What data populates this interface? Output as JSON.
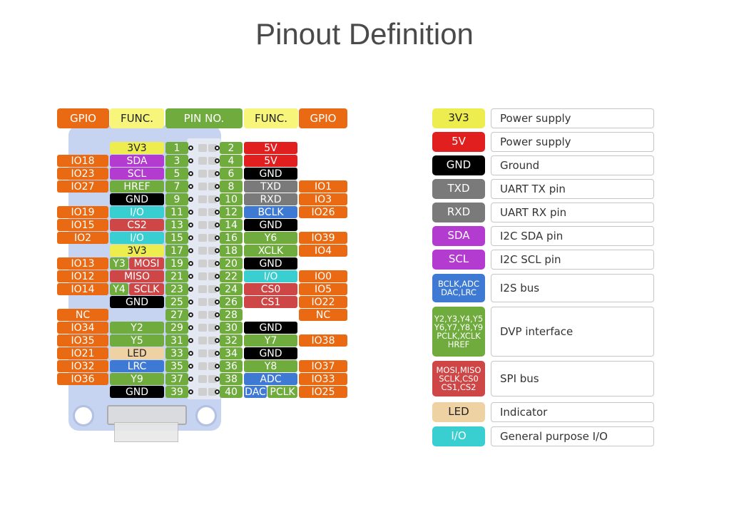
{
  "title": "Pinout Definition",
  "colors": {
    "gpio": "#e96a12",
    "func_hdr": "#f7f57a",
    "pin_hdr": "#6fab3d",
    "pin": "#6fab3d",
    "power_3v3": "#eded50",
    "power_5v": "#e21f1f",
    "ground": "#000000",
    "uart": "#7a7a7a",
    "i2c": "#b33bd0",
    "i2s": "#3e7ad4",
    "dvp": "#6fab3d",
    "spi": "#cf4646",
    "led": "#efd2a4",
    "io": "#39cfd0"
  },
  "headers": {
    "gpio_left": "GPIO",
    "func_left": "FUNC.",
    "pin_no": "PIN NO.",
    "func_right": "FUNC.",
    "gpio_right": "GPIO"
  },
  "rows": [
    {
      "l_gpio": "",
      "l_func": [
        {
          "text": "3V3",
          "cat": "power_3v3"
        }
      ],
      "l_pin": "1",
      "r_pin": "2",
      "r_func": [
        {
          "text": "5V",
          "cat": "power_5v"
        }
      ],
      "r_gpio": ""
    },
    {
      "l_gpio": "IO18",
      "l_func": [
        {
          "text": "SDA",
          "cat": "i2c"
        }
      ],
      "l_pin": "3",
      "r_pin": "4",
      "r_func": [
        {
          "text": "5V",
          "cat": "power_5v"
        }
      ],
      "r_gpio": ""
    },
    {
      "l_gpio": "IO23",
      "l_func": [
        {
          "text": "SCL",
          "cat": "i2c"
        }
      ],
      "l_pin": "5",
      "r_pin": "6",
      "r_func": [
        {
          "text": "GND",
          "cat": "ground"
        }
      ],
      "r_gpio": ""
    },
    {
      "l_gpio": "IO27",
      "l_func": [
        {
          "text": "HREF",
          "cat": "dvp"
        }
      ],
      "l_pin": "7",
      "r_pin": "8",
      "r_func": [
        {
          "text": "TXD",
          "cat": "uart"
        }
      ],
      "r_gpio": "IO1"
    },
    {
      "l_gpio": "",
      "l_func": [
        {
          "text": "GND",
          "cat": "ground"
        }
      ],
      "l_pin": "9",
      "r_pin": "10",
      "r_func": [
        {
          "text": "RXD",
          "cat": "uart"
        }
      ],
      "r_gpio": "IO3"
    },
    {
      "l_gpio": "IO19",
      "l_func": [
        {
          "text": "I/O",
          "cat": "io"
        }
      ],
      "l_pin": "11",
      "r_pin": "12",
      "r_func": [
        {
          "text": "BCLK",
          "cat": "i2s"
        }
      ],
      "r_gpio": "IO26"
    },
    {
      "l_gpio": "IO15",
      "l_func": [
        {
          "text": "CS2",
          "cat": "spi"
        }
      ],
      "l_pin": "13",
      "r_pin": "14",
      "r_func": [
        {
          "text": "GND",
          "cat": "ground"
        }
      ],
      "r_gpio": ""
    },
    {
      "l_gpio": "IO2",
      "l_func": [
        {
          "text": "I/O",
          "cat": "io"
        }
      ],
      "l_pin": "15",
      "r_pin": "16",
      "r_func": [
        {
          "text": "Y6",
          "cat": "dvp"
        }
      ],
      "r_gpio": "IO39"
    },
    {
      "l_gpio": "",
      "l_func": [
        {
          "text": "3V3",
          "cat": "power_3v3"
        }
      ],
      "l_pin": "17",
      "r_pin": "18",
      "r_func": [
        {
          "text": "XCLK",
          "cat": "dvp"
        }
      ],
      "r_gpio": "IO4"
    },
    {
      "l_gpio": "IO13",
      "l_func": [
        {
          "text": "Y3",
          "cat": "dvp"
        },
        {
          "text": "MOSI",
          "cat": "spi"
        }
      ],
      "l_pin": "19",
      "r_pin": "20",
      "r_func": [
        {
          "text": "GND",
          "cat": "ground"
        }
      ],
      "r_gpio": ""
    },
    {
      "l_gpio": "IO12",
      "l_func": [
        {
          "text": "MISO",
          "cat": "spi"
        }
      ],
      "l_pin": "21",
      "r_pin": "22",
      "r_func": [
        {
          "text": "I/O",
          "cat": "io"
        }
      ],
      "r_gpio": "IO0"
    },
    {
      "l_gpio": "IO14",
      "l_func": [
        {
          "text": "Y4",
          "cat": "dvp"
        },
        {
          "text": "SCLK",
          "cat": "spi"
        }
      ],
      "l_pin": "23",
      "r_pin": "24",
      "r_func": [
        {
          "text": "CS0",
          "cat": "spi"
        }
      ],
      "r_gpio": "IO5"
    },
    {
      "l_gpio": "",
      "l_func": [
        {
          "text": "GND",
          "cat": "ground"
        }
      ],
      "l_pin": "25",
      "r_pin": "26",
      "r_func": [
        {
          "text": "CS1",
          "cat": "spi"
        }
      ],
      "r_gpio": "IO22"
    },
    {
      "l_gpio": "NC",
      "l_func": [],
      "l_pin": "27",
      "r_pin": "28",
      "r_func": [],
      "r_gpio": "NC"
    },
    {
      "l_gpio": "IO34",
      "l_func": [
        {
          "text": "Y2",
          "cat": "dvp"
        }
      ],
      "l_pin": "29",
      "r_pin": "30",
      "r_func": [
        {
          "text": "GND",
          "cat": "ground"
        }
      ],
      "r_gpio": ""
    },
    {
      "l_gpio": "IO35",
      "l_func": [
        {
          "text": "Y5",
          "cat": "dvp"
        }
      ],
      "l_pin": "31",
      "r_pin": "32",
      "r_func": [
        {
          "text": "Y7",
          "cat": "dvp"
        }
      ],
      "r_gpio": "IO38"
    },
    {
      "l_gpio": "IO21",
      "l_func": [
        {
          "text": "LED",
          "cat": "led"
        }
      ],
      "l_pin": "33",
      "r_pin": "34",
      "r_func": [
        {
          "text": "GND",
          "cat": "ground"
        }
      ],
      "r_gpio": ""
    },
    {
      "l_gpio": "IO32",
      "l_func": [
        {
          "text": "LRC",
          "cat": "i2s"
        }
      ],
      "l_pin": "35",
      "r_pin": "36",
      "r_func": [
        {
          "text": "Y8",
          "cat": "dvp"
        }
      ],
      "r_gpio": "IO37"
    },
    {
      "l_gpio": "IO36",
      "l_func": [
        {
          "text": "Y9",
          "cat": "dvp"
        }
      ],
      "l_pin": "37",
      "r_pin": "38",
      "r_func": [
        {
          "text": "ADC",
          "cat": "i2s"
        }
      ],
      "r_gpio": "IO33"
    },
    {
      "l_gpio": "",
      "l_func": [
        {
          "text": "GND",
          "cat": "ground"
        }
      ],
      "l_pin": "39",
      "r_pin": "40",
      "r_func": [
        {
          "text": "DAC",
          "cat": "i2s"
        },
        {
          "text": "PCLK",
          "cat": "dvp"
        }
      ],
      "r_gpio": "IO25"
    }
  ],
  "legend": [
    {
      "label": "3V3",
      "cat": "power_3v3",
      "desc": "Power supply"
    },
    {
      "label": "5V",
      "cat": "power_5v",
      "desc": "Power supply"
    },
    {
      "label": "GND",
      "cat": "ground",
      "desc": "Ground"
    },
    {
      "label": "TXD",
      "cat": "uart",
      "desc": "UART TX pin"
    },
    {
      "label": "RXD",
      "cat": "uart",
      "desc": "UART RX pin"
    },
    {
      "label": "SDA",
      "cat": "i2c",
      "desc": "I2C SDA pin"
    },
    {
      "label": "SCL",
      "cat": "i2c",
      "desc": "I2C SCL pin"
    },
    {
      "label": "BCLK,ADC DAC,LRC",
      "cat": "i2s",
      "desc": "I2S bus"
    },
    {
      "label": "Y2,Y3,Y4,Y5 Y6,Y7,Y8,Y9 PCLK,XCLK HREF",
      "cat": "dvp",
      "desc": "DVP interface"
    },
    {
      "label": "MOSI,MISO SCLK,CS0 CS1,CS2",
      "cat": "spi",
      "desc": "SPI bus"
    },
    {
      "label": "LED",
      "cat": "led",
      "desc": "Indicator"
    },
    {
      "label": "I/O",
      "cat": "io",
      "desc": "General purpose I/O"
    }
  ]
}
